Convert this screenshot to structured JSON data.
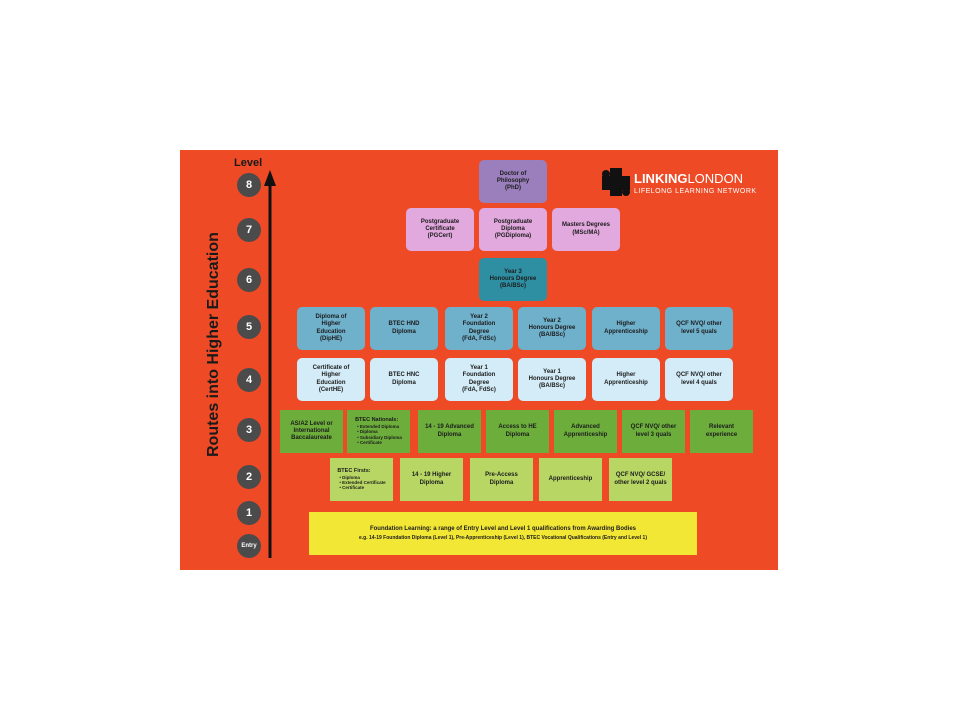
{
  "vertical_title": "Routes into Higher Education",
  "level_title": "Level",
  "levels": [
    "8",
    "7",
    "6",
    "5",
    "4",
    "3",
    "2",
    "1",
    "Entry"
  ],
  "logo": {
    "bold": "LINKING",
    "light": "LONDON",
    "tagline": "LIFELONG LEARNING NETWORK"
  },
  "l8": {
    "doctor": [
      "Doctor of",
      "Philosophy",
      "(PhD)"
    ]
  },
  "l7": {
    "pgcert": [
      "Postgraduate",
      "Certificate",
      "(PGCert)"
    ],
    "pgdip": [
      "Postgraduate",
      "Diploma",
      "(PGDiploma)"
    ],
    "masters": [
      "Masters Degrees",
      "(MSc/MA)"
    ]
  },
  "l6": {
    "honours": [
      "Year 3",
      "Honours Degree",
      "(BA/BSc)"
    ]
  },
  "l5": {
    "diphe": [
      "Diploma of",
      "Higher",
      "Education",
      "(DipHE)"
    ],
    "hnd": [
      "BTEC HND",
      "Diploma"
    ],
    "fd2": [
      "Year 2",
      "Foundation",
      "Degree",
      "(FdA, FdSc)"
    ],
    "hon2": [
      "Year 2",
      "Honours Degree",
      "(BA/BSc)"
    ],
    "app": [
      "Higher",
      "Apprenticeship"
    ],
    "qcf": [
      "QCF NVQ/ other",
      "level 5 quals"
    ]
  },
  "l4": {
    "certhe": [
      "Certificate of",
      "Higher",
      "Education",
      "(CertHE)"
    ],
    "hnc": [
      "BTEC HNC",
      "Diploma"
    ],
    "fd1": [
      "Year 1",
      "Foundation",
      "Degree",
      "(FdA, FdSc)"
    ],
    "hon1": [
      "Year 1",
      "Honours Degree",
      "(BA/BSc)"
    ],
    "app": [
      "Higher",
      "Apprenticeship"
    ],
    "qcf": [
      "QCF NVQ/ other",
      "level 4 quals"
    ]
  },
  "l3": {
    "alevel": [
      "AS/A2 Level or",
      "International",
      "Baccalaureate"
    ],
    "btec_head": "BTEC Nationals:",
    "btec_items": [
      "• Extended Diploma",
      "• Diploma",
      "• Subsidiary Diploma",
      "• Certificate"
    ],
    "adv_dip": [
      "14 - 19 Advanced",
      "Diploma"
    ],
    "access": [
      "Access to HE",
      "Diploma"
    ],
    "adv_app": [
      "Advanced",
      "Apprenticeship"
    ],
    "qcf": [
      "QCF NVQ/ other",
      "level 3 quals"
    ],
    "exp": [
      "Relevant",
      "experience"
    ]
  },
  "l2": {
    "btec_head": "BTEC Firsts:",
    "btec_items": [
      "• Diploma",
      "• Extended Certificate",
      "• Certificate"
    ],
    "higher_dip": [
      "14 - 19 Higher",
      "Diploma"
    ],
    "pre_access": [
      "Pre-Access",
      "Diploma"
    ],
    "app": [
      "Apprenticeship"
    ],
    "qcf": [
      "QCF NVQ/ GCSE/",
      "other level 2 quals"
    ]
  },
  "foundation": {
    "line1": "Foundation Learning: a range of Entry Level and Level 1 qualifications from Awarding Bodies",
    "line2": "e.g. 14-19 Foundation Diploma (Level 1), Pre-Apprenticeship (Level 1), BTEC Vocational Qualifications (Entry and Level 1)"
  },
  "colors": {
    "background": "#ee4a26",
    "level8": "#9b7fbd",
    "level7": "#e2a9df",
    "level6": "#2e8fa3",
    "level5": "#6fb0cb",
    "level4": "#d3ecf7",
    "level3": "#6cad3c",
    "level2": "#b7d664",
    "foundation": "#f3e736",
    "circle": "#4b4b4b"
  }
}
